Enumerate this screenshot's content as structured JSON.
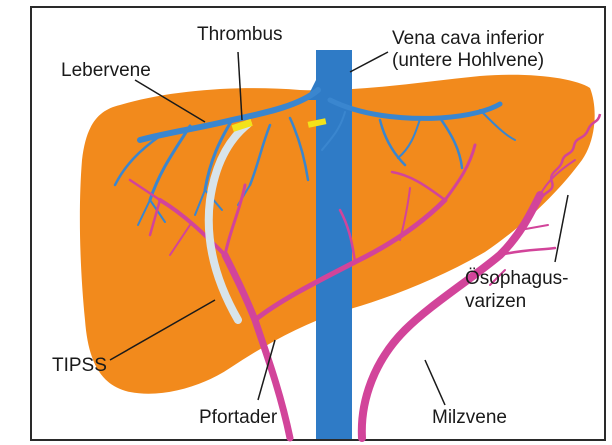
{
  "labels": {
    "thrombus": "Thrombus",
    "vena_cava_line1": "Vena cava inferior",
    "vena_cava_line2": "(untere Hohlvene)",
    "lebervene": "Lebervene",
    "oesophagus_line1": "Ösophagus-",
    "oesophagus_line2": "varizen",
    "tipss": "TIPSS",
    "pfortader": "Pfortader",
    "milzvene": "Milzvene"
  },
  "colors": {
    "liver": "#f28a1c",
    "vena_cava": "#2f7bc6",
    "hepatic_veins": "#3a86cf",
    "portal_veins": "#d2449a",
    "stent": "#d8e4ea",
    "thrombus": "#f3e21a",
    "frame": "#2a2a2a"
  }
}
